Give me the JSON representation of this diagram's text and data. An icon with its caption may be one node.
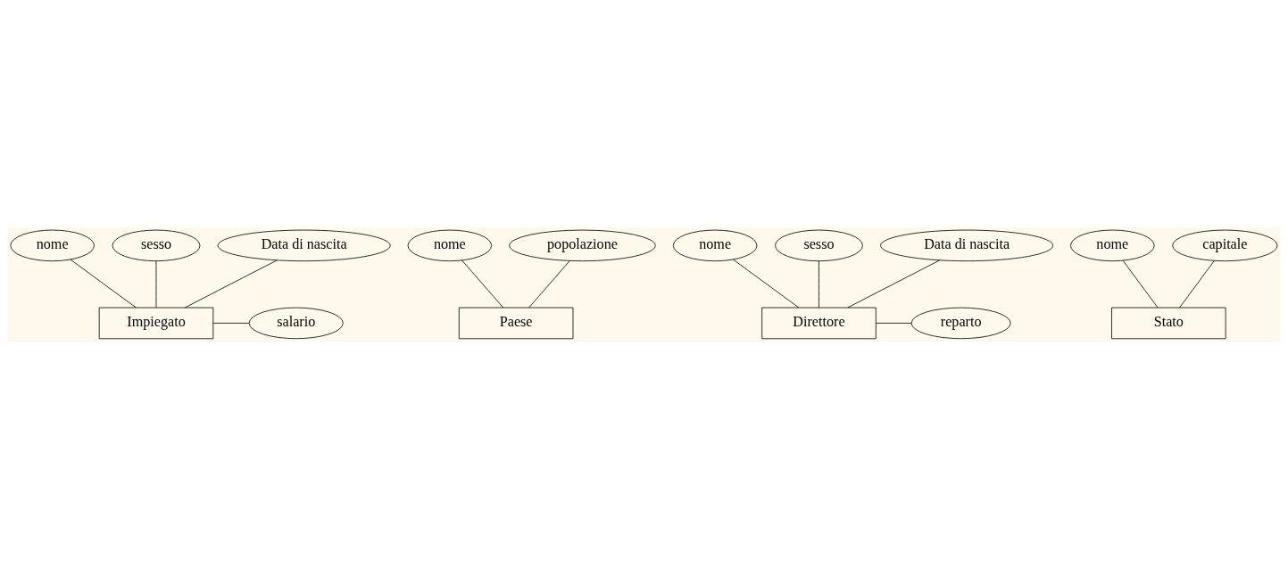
{
  "diagram": {
    "nodes": [
      {
        "text": [
          "nome"
        ]
      },
      {
        "text": [
          "sesso"
        ]
      },
      {
        "text": [
          "Data di nascita"
        ]
      },
      {
        "text": [
          "Impiegato"
        ]
      },
      {
        "text": [
          "salario"
        ]
      },
      {
        "text": [
          "nome"
        ]
      },
      {
        "text": [
          "popolazione"
        ]
      },
      {
        "text": [
          "Paese"
        ]
      },
      {
        "text": [
          "nome"
        ]
      },
      {
        "text": [
          "sesso"
        ]
      },
      {
        "text": [
          "Data di nascita"
        ]
      },
      {
        "text": [
          "Direttore"
        ]
      },
      {
        "text": [
          "reparto"
        ]
      },
      {
        "text": [
          "nome"
        ]
      },
      {
        "text": [
          "capitale"
        ]
      },
      {
        "text": [
          "Stato"
        ]
      }
    ],
    "edges": [
      {
        "from": 1,
        "to": 3,
        "arrow": "none"
      },
      {
        "from": 0,
        "to": 3,
        "arrow": "none"
      },
      {
        "from": 2,
        "to": 3,
        "arrow": "none"
      },
      {
        "from": 3,
        "to": 4,
        "arrow": "none"
      },
      {
        "from": 5,
        "to": 7,
        "arrow": "none"
      },
      {
        "from": 6,
        "to": 7,
        "arrow": "none"
      },
      {
        "from": 9,
        "to": 11,
        "arrow": "none"
      },
      {
        "from": 8,
        "to": 11,
        "arrow": "none"
      },
      {
        "from": 10,
        "to": 11,
        "arrow": "none"
      },
      {
        "from": 11,
        "to": 12,
        "arrow": "none"
      },
      {
        "from": 13,
        "to": 15,
        "arrow": "none"
      },
      {
        "from": 14,
        "to": 15,
        "arrow": "none"
      }
    ]
  }
}
